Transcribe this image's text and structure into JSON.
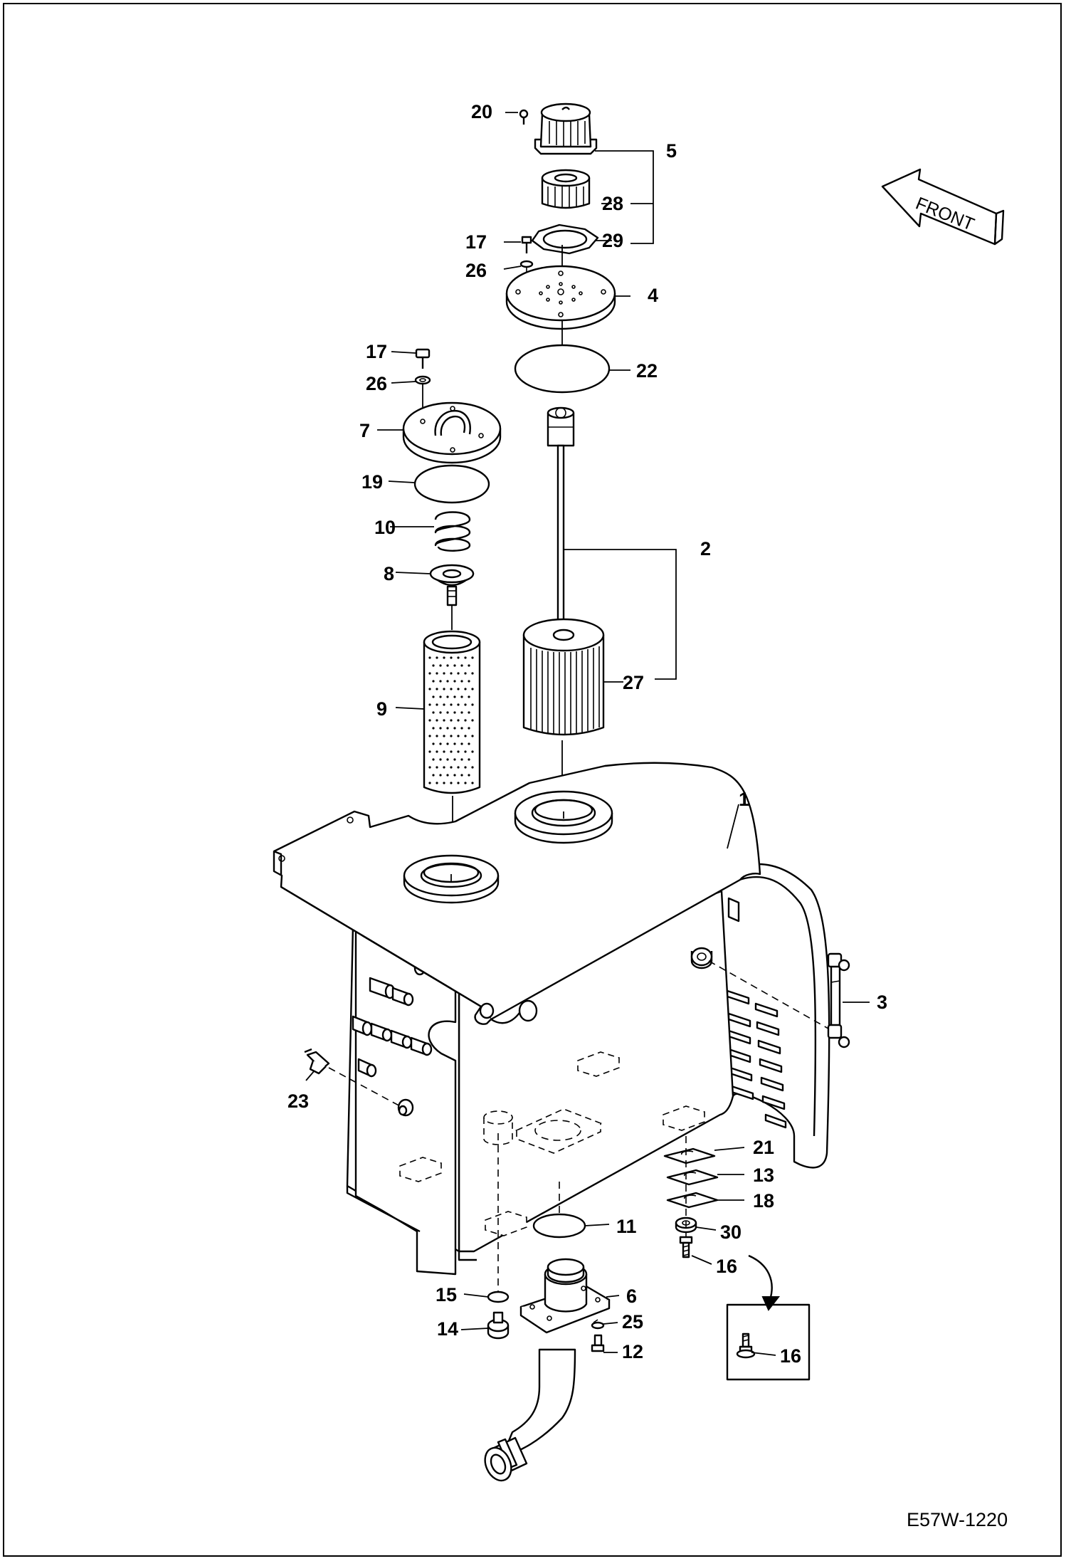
{
  "drawing_code": "E57W-1220",
  "direction_label": "FRONT",
  "callouts": {
    "c20": "20",
    "c5": "5",
    "c28": "28",
    "c17a": "17",
    "c29": "29",
    "c26a": "26",
    "c4": "4",
    "c17b": "17",
    "c22": "22",
    "c26b": "26",
    "c7": "7",
    "c19": "19",
    "c10": "10",
    "c2": "2",
    "c8": "8",
    "c27": "27",
    "c9": "9",
    "c1": "1",
    "c3": "3",
    "c23": "23",
    "c21": "21",
    "c13": "13",
    "c18": "18",
    "c11": "11",
    "c30": "30",
    "c16a": "16",
    "c15": "15",
    "c6": "6",
    "c25": "25",
    "c14": "14",
    "c12": "12",
    "c16b": "16"
  }
}
